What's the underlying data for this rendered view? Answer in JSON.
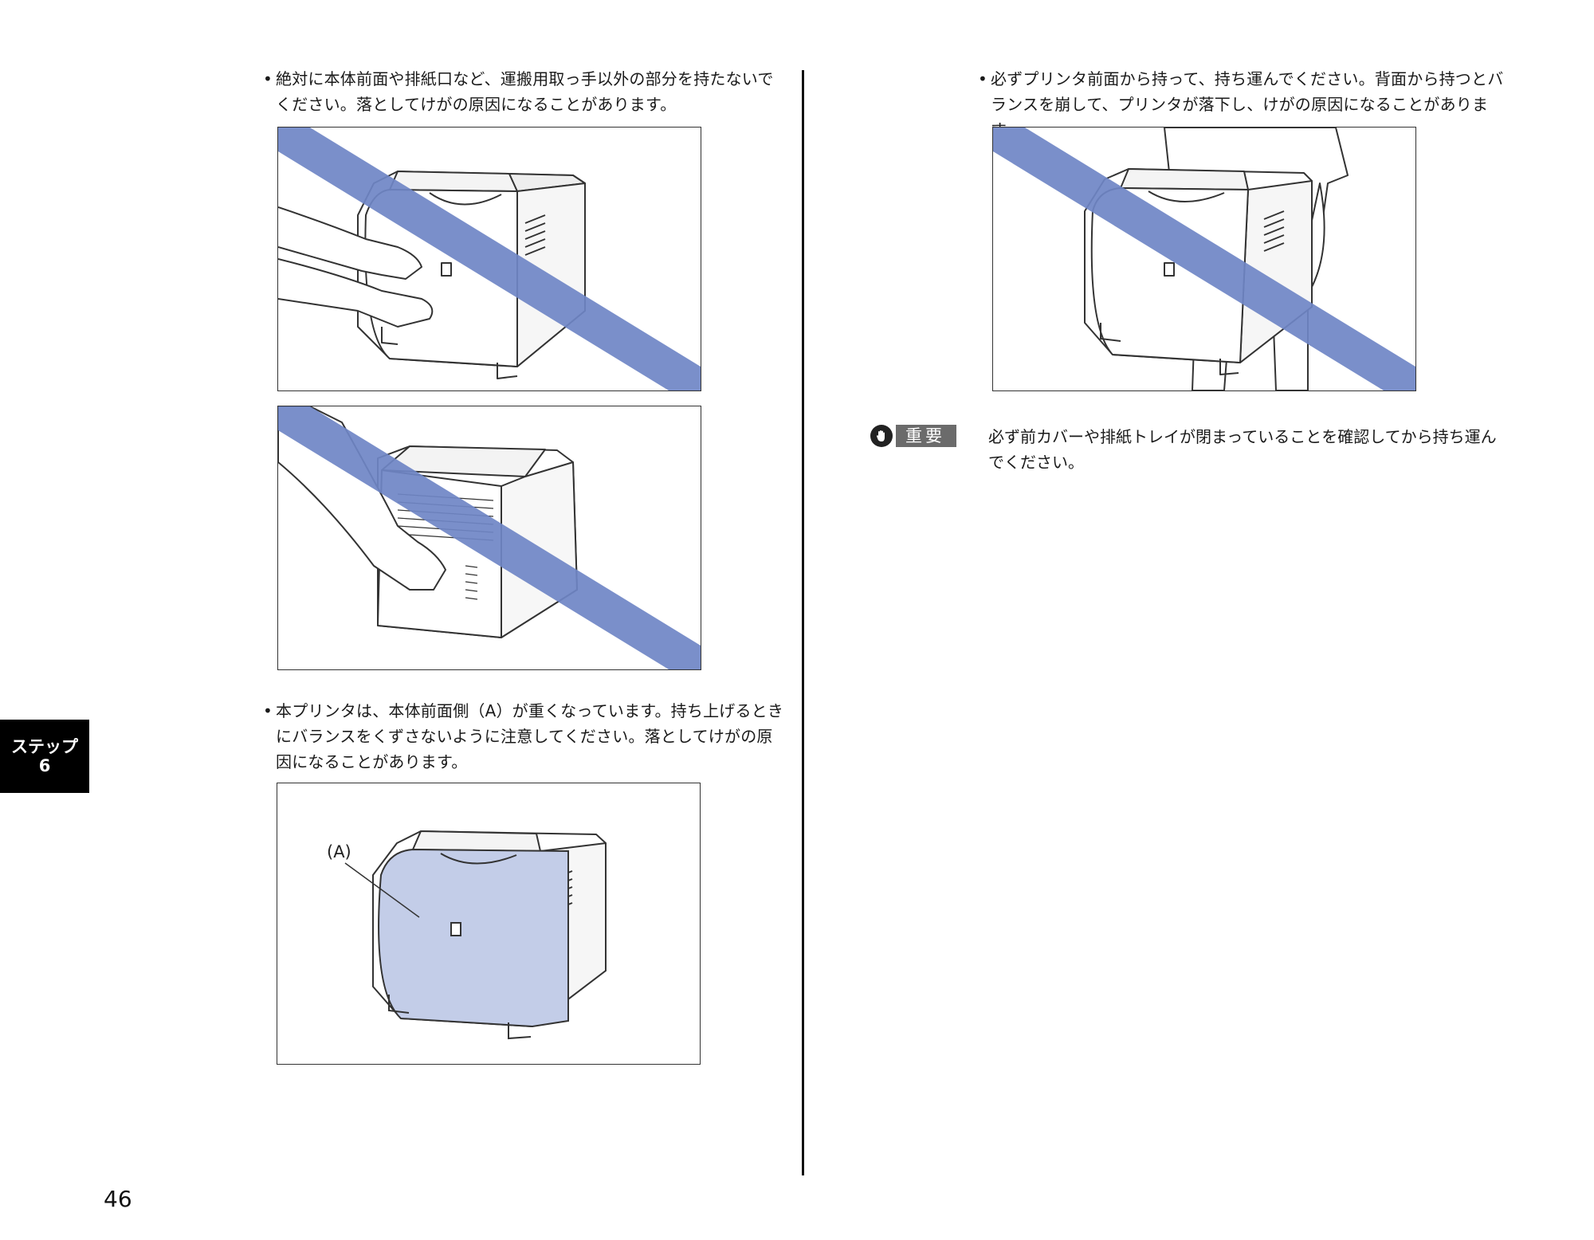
{
  "left_column": {
    "bullet1": "絶対に本体前面や排紙口など、運搬用取っ手以外の部分を持たないでください。落としてけがの原因になることがあります。",
    "bullet2": "本プリンタは、本体前面側（A）が重くなっています。持ち上げるときにバランスをくずさないように注意してください。落としてけがの原因になることがあります。",
    "figure3_label": "(A)"
  },
  "right_column": {
    "bullet1": "必ずプリンタ前面から持って、持ち運んでください。背面から持つとバランスを崩して、プリンタが落下し、けがの原因になることがあります。",
    "important_label": "重要",
    "important_text": "必ず前カバーや排紙トレイが閉まっていることを確認してから持ち運んでください。"
  },
  "bullet_symbol": "•",
  "side_tab": {
    "line1": "ステップ",
    "line2": "6"
  },
  "page_number": "46",
  "colors": {
    "prohibition_band": "#6f86c6",
    "highlight_region": "#c3cde8",
    "tab_bg": "#000000"
  }
}
